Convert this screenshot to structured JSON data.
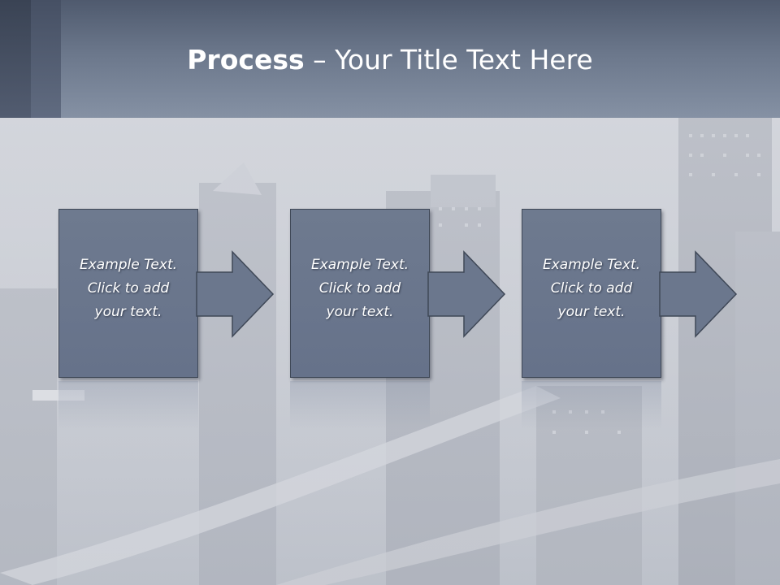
{
  "slide": {
    "title_bold": "Process",
    "title_rest": " – Your Title Text Here"
  },
  "steps": [
    {
      "lines": [
        "Example Text.",
        "Click  to add",
        "your text."
      ]
    },
    {
      "lines": [
        "Example Text.",
        "Click  to add",
        "your text."
      ]
    },
    {
      "lines": [
        "Example Text.",
        "Click  to add",
        "your text."
      ]
    }
  ],
  "colors": {
    "header": "#6b778b",
    "box_fill": "#6b778d",
    "box_border": "#3f4857",
    "background": "#c9ccd3"
  },
  "icons": {
    "step_connector": "right-arrow-icon"
  }
}
